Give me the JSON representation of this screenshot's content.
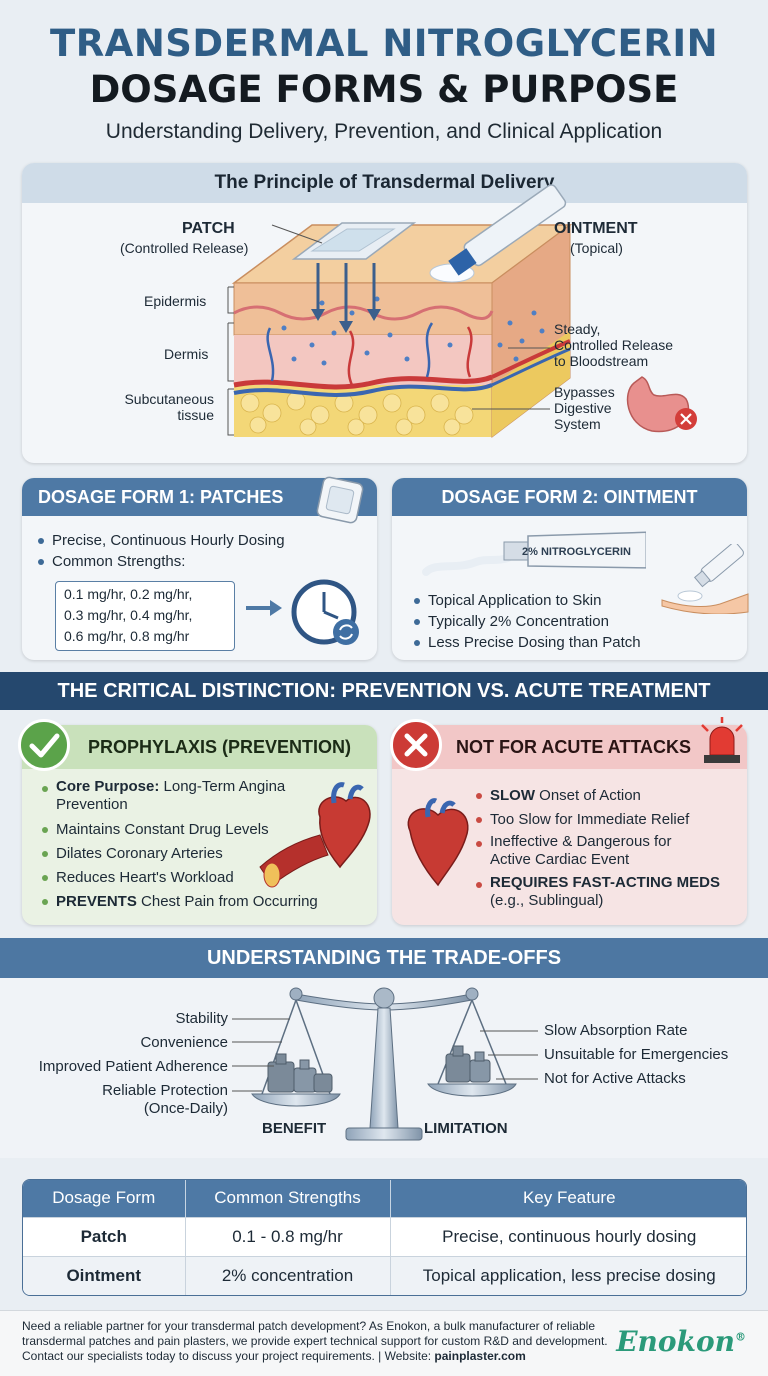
{
  "header": {
    "title_line1": "TRANSDERMAL NITROGLYCERIN",
    "title_line2": "DOSAGE FORMS & PURPOSE",
    "subtitle": "Understanding Delivery, Prevention, and Clinical Application"
  },
  "principle": {
    "heading": "The Principle of Transdermal Delivery",
    "patch_title": "PATCH",
    "patch_sub": "(Controlled Release)",
    "ointment_title": "OINTMENT",
    "ointment_sub": "(Topical)",
    "layer_epidermis": "Epidermis",
    "layer_dermis": "Dermis",
    "layer_subcutaneous_1": "Subcutaneous",
    "layer_subcutaneous_2": "tissue",
    "release_1": "Steady,",
    "release_2": "Controlled Release",
    "release_3": "to Bloodstream",
    "bypass_1": "Bypasses",
    "bypass_2": "Digestive",
    "bypass_3": "System"
  },
  "form1": {
    "heading": "DOSAGE FORM 1: PATCHES",
    "bullets": [
      "Precise, Continuous Hourly Dosing",
      "Common Strengths:"
    ],
    "strength_rows": [
      "0.1 mg/hr,  0.2 mg/hr,",
      "0.3 mg/hr,  0.4 mg/hr,",
      "0.6 mg/hr,  0.8 mg/hr"
    ]
  },
  "form2": {
    "heading": "DOSAGE FORM 2: OINTMENT",
    "tube_label": "2% NITROGLYCERIN",
    "bullets": [
      "Topical Application to Skin",
      "Typically 2% Concentration",
      "Less Precise Dosing than Patch"
    ]
  },
  "distinction": {
    "heading": "THE CRITICAL DISTINCTION: PREVENTION VS. ACUTE TREATMENT"
  },
  "prophylaxis": {
    "heading": "PROPHYLAXIS (PREVENTION)",
    "b1_strong": "Core Purpose:",
    "b1_rest": " Long-Term Angina",
    "b1_line2": "Prevention",
    "b2": "Maintains Constant Drug Levels",
    "b3": "Dilates Coronary Arteries",
    "b4": "Reduces Heart's Workload",
    "b5_strong": "PREVENTS",
    "b5_rest": " Chest Pain from Occurring"
  },
  "acute": {
    "heading": "NOT FOR ACUTE ATTACKS",
    "b1_strong": "SLOW",
    "b1_rest": " Onset of Action",
    "b2": "Too Slow for Immediate Relief",
    "b3_line1": "Ineffective & Dangerous for",
    "b3_line2": "Active Cardiac Event",
    "b4_strong": "REQUIRES FAST-ACTING MEDS",
    "b4_line2": "(e.g., Sublingual)"
  },
  "tradeoffs": {
    "heading": "UNDERSTANDING THE TRADE-OFFS",
    "benefits": [
      "Stability",
      "Convenience",
      "Improved Patient Adherence",
      "Reliable Protection",
      "(Once-Daily)"
    ],
    "limitations": [
      "Slow Absorption Rate",
      "Unsuitable for Emergencies",
      "Not for Active Attacks"
    ],
    "benefit_label": "BENEFIT",
    "limitation_label": "LIMITATION"
  },
  "table": {
    "headers": [
      "Dosage Form",
      "Common Strengths",
      "Key Feature"
    ],
    "rows": [
      [
        "Patch",
        "0.1 - 0.8 mg/hr",
        "Precise, continuous hourly dosing"
      ],
      [
        "Ointment",
        "2% concentration",
        "Topical application, less precise dosing"
      ]
    ]
  },
  "footer": {
    "text": "Need a reliable partner for your transdermal patch development? As Enokon, a bulk manufacturer of reliable transdermal patches and pain plasters, we provide expert technical support for custom R&D and development. Contact our specialists today to discuss your project requirements. | Website: ",
    "website": "painplaster.com",
    "brand": "Enokon",
    "brand_mark": "®"
  },
  "colors": {
    "title_blue": "#2f5d86",
    "header_blue": "#4e79a5",
    "band_navy": "#25486e",
    "green": "#6aa452",
    "red": "#c94a42"
  }
}
